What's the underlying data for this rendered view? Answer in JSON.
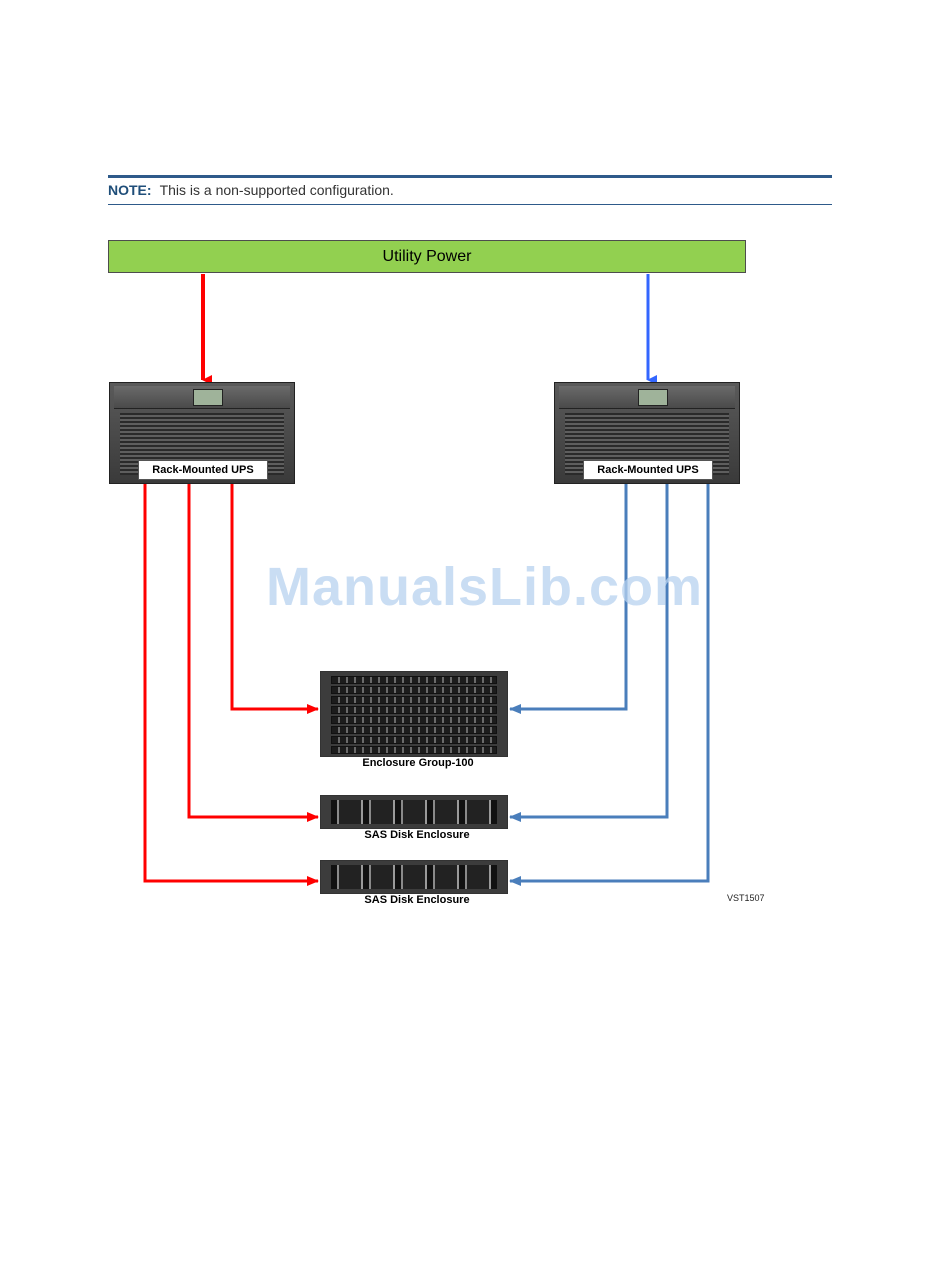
{
  "note": {
    "label": "NOTE:",
    "text": "This is a non-supported configuration."
  },
  "diagram": {
    "utility_power": "Utility Power",
    "ups_left_label": "Rack-Mounted UPS",
    "ups_right_label": "Rack-Mounted UPS",
    "enclosure_group_label": "Enclosure Group-100",
    "sas_enclosure_1_label": "SAS Disk Enclosure",
    "sas_enclosure_2_label": "SAS Disk Enclosure",
    "figure_id": "VST1507"
  },
  "colors": {
    "utility_fill": "#92d050",
    "left_power_path": "#ff0000",
    "right_power_path": "#3366ff",
    "right_distribution_path": "#4a7ebb"
  },
  "watermark": "ManualsLib.com"
}
